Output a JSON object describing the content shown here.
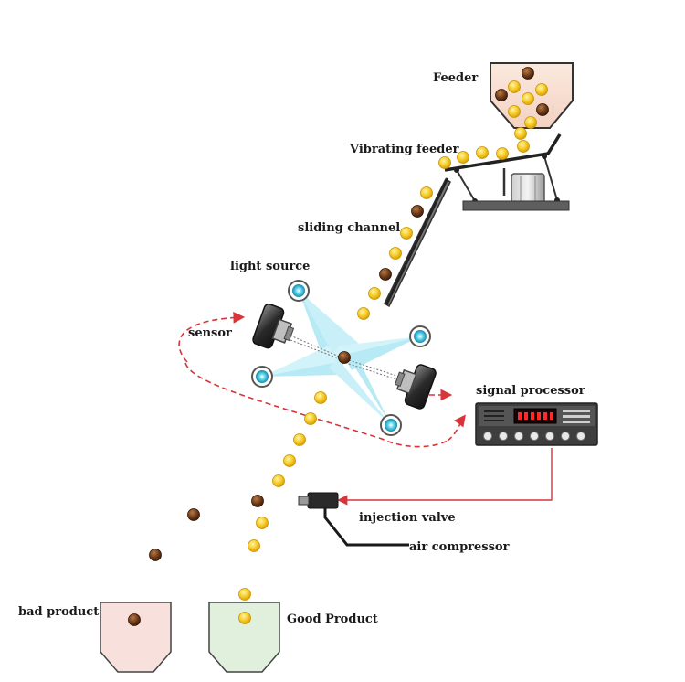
{
  "labels": {
    "feeder": "Feeder",
    "vibrating_feeder": "Vibrating feeder",
    "sliding_channel": "sliding channel",
    "light_source": "light source",
    "sensor": "sensor",
    "signal_processor": "signal processor",
    "injection_valve": "injection valve",
    "air_compressor": "air compressor",
    "bad_product": "bad product",
    "good_product": "Good Product"
  },
  "colors": {
    "good_bean": "#f5c518",
    "bad_bean": "#7a4320",
    "light_beam": "#4fc8e0",
    "signal_line": "#d9343a",
    "bad_bin": "#f8e1dc",
    "good_bin": "#e0f0dd"
  }
}
